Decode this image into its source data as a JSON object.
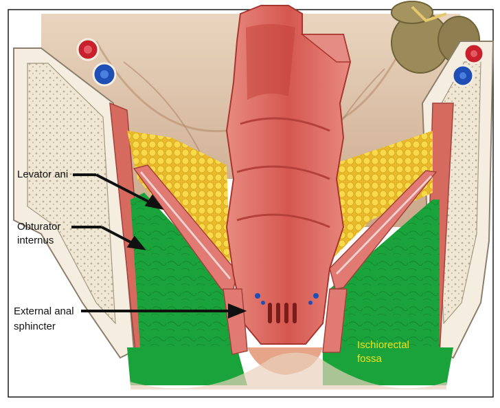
{
  "labels": {
    "levator_ani": "Levator ani",
    "obturator_line1": "Obturator",
    "obturator_line2": "internus",
    "external_line1": "External anal",
    "external_line2": "sphincter",
    "ischio_line1": "Ischiorectal",
    "ischio_line2": "fossa"
  },
  "colors": {
    "fossa_green": "#1aa33a",
    "fat_yellow": "#f4d03a",
    "muscle_red": "#d9605c",
    "bone_cream": "#ede3cf",
    "label_yellow": "#f2e21a",
    "pointer_black": "#111111"
  }
}
